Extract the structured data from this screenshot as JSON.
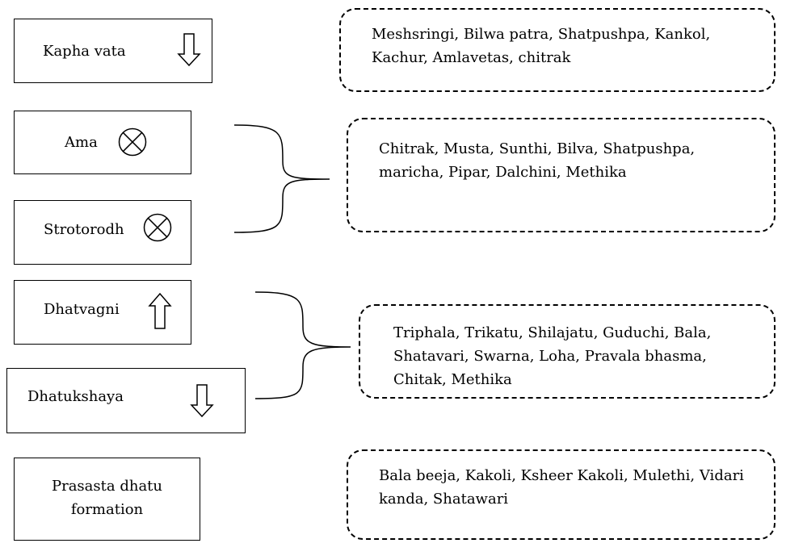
{
  "left_boxes": {
    "kapha_vata": "Kapha vata",
    "ama": "Ama",
    "strotorodh": "Strotorodh",
    "dhatvagni": "Dhatvagni",
    "dhatukshaya": "Dhatukshaya",
    "prasasta_line1": "Prasasta dhatu",
    "prasasta_line2": "formation"
  },
  "right_boxes": {
    "box1_line1": "Meshsringi, Bilwa patra, Shatpushpa, Kankol,",
    "box1_line2": "Kachur, Amlavetas, chitrak",
    "box2_line1": "Chitrak, Musta, Sunthi, Bilva, Shatpushpa,",
    "box2_line2": "maricha, Pipar, Dalchini, Methika",
    "box3_line1": "Triphala, Trikatu, Shilajatu, Guduchi, Bala,",
    "box3_line2": "Shatavari, Swarna, Loha, Pravala bhasma,",
    "box3_line3": "Chitak, Methika",
    "box4_line1": "Bala beeja, Kakoli, Ksheer Kakoli, Mulethi, Vidari",
    "box4_line2": "kanda, Shatawari"
  },
  "icons": {
    "kapha_vata": "arrow-down-icon",
    "ama": "circled-x-icon",
    "strotorodh": "circled-x-icon",
    "dhatvagni": "arrow-up-icon",
    "dhatukshaya": "arrow-down-icon"
  }
}
